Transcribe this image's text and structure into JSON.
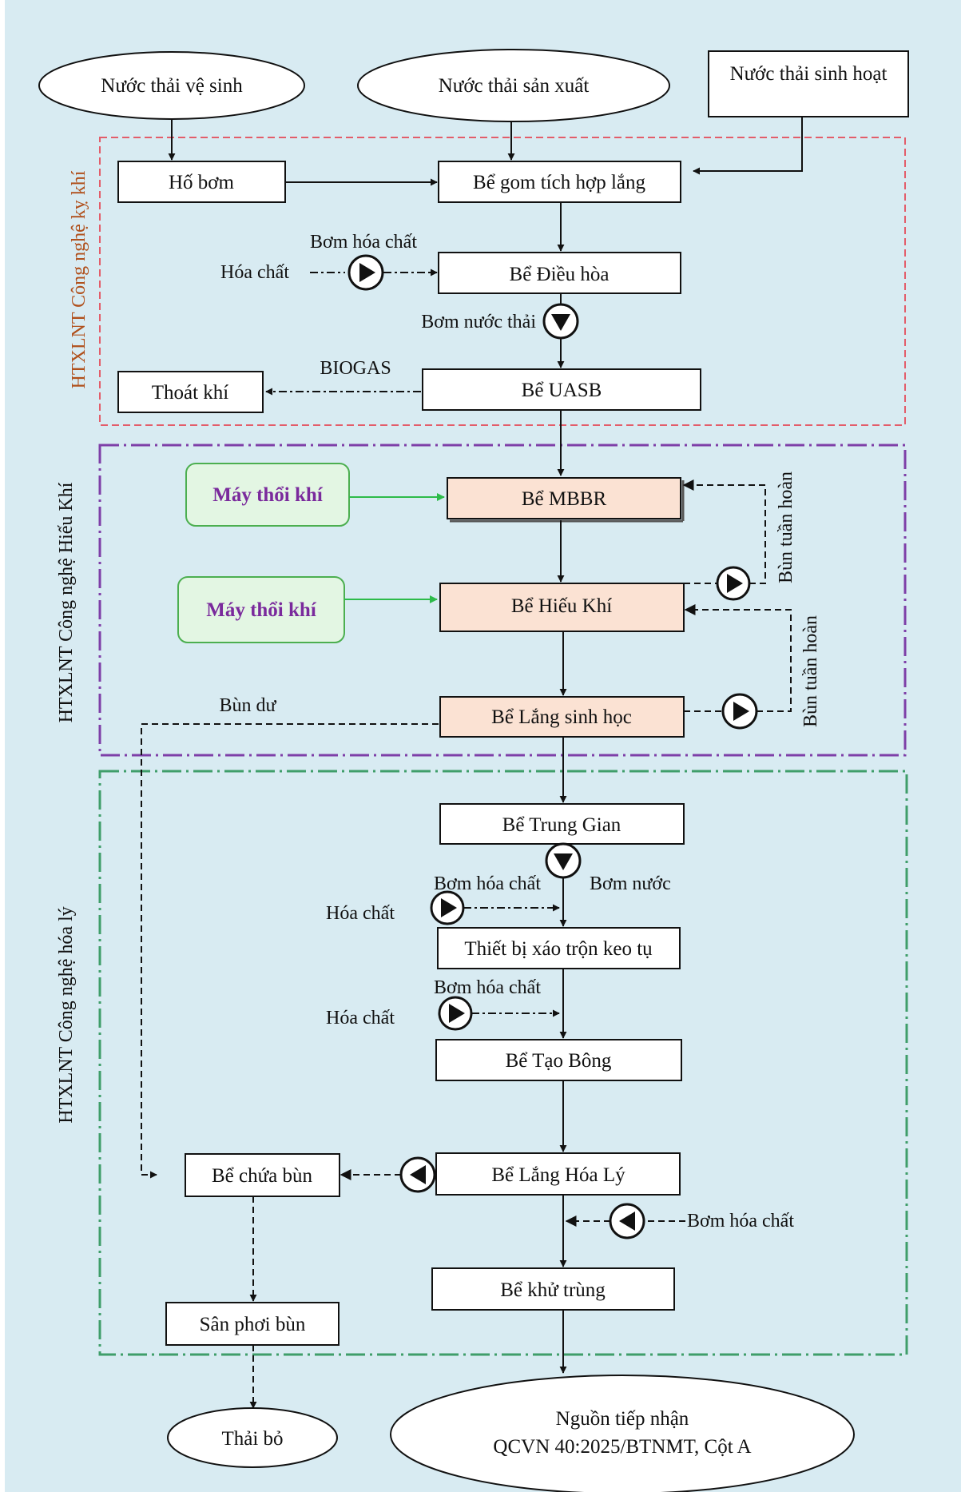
{
  "colors": {
    "background": "#d8ebf2",
    "box_fill": "#ffffff",
    "bio_box_fill": "#fbe2d3",
    "blower_fill": "#e3f6e3",
    "blower_border": "#4caf50",
    "blower_text": "#7a2a9c",
    "section_anaerobic_border": "#e35d6a",
    "section_aerobic_border": "#7e3fa8",
    "section_physchem_border": "#3f9e6a",
    "green_arrow": "#2dbb4a",
    "line": "#111111"
  },
  "sources": {
    "sanitary": "Nước thải vệ sinh",
    "production": "Nước thải sản xuất",
    "domestic": "Nước thải sinh hoạt"
  },
  "sections": {
    "anaerobic": "HTXLNT Công nghệ kỵ khí",
    "aerobic": "HTXLNT Công nghệ Hiếu Khí",
    "physchem": "HTXLNT Công nghệ hóa lý"
  },
  "tanks": {
    "pump_pit": "Hố bơm",
    "collection": "Bể gom tích hợp lắng",
    "equalization": "Bể Điều hòa",
    "uasb": "Bể UASB",
    "gas_vent": "Thoát khí",
    "mbbr": "Bể MBBR",
    "aerobic": "Bể Hiếu Khí",
    "bio_settling": "Bể Lắng sinh học",
    "intermediate": "Bể Trung Gian",
    "mixer": "Thiết bị xáo trộn keo tụ",
    "flocculation": "Bể Tạo Bông",
    "chem_settling": "Bể Lắng Hóa Lý",
    "disinfection": "Bể khử trùng",
    "sludge_tank": "Bể chứa bùn",
    "drying_bed": "Sân phơi bùn"
  },
  "blowers": {
    "blower_1": "Máy thổi khí",
    "blower_2": "Máy thổi khí"
  },
  "labels": {
    "chem_pump_1": "Bơm hóa chất",
    "chemical_1": "Hóa chất",
    "wastewater_pump": "Bơm nước thải",
    "biogas": "BIOGAS",
    "recirc_1": "Bùn tuần hoàn",
    "recirc_2": "Bùn tuần hoàn",
    "excess_sludge": "Bùn dư",
    "chem_pump_2": "Bơm hóa chất",
    "water_pump": "Bơm nước",
    "chemical_2": "Hóa chất",
    "chem_pump_3": "Bơm hóa chất",
    "chemical_3": "Hóa chất",
    "chem_pump_4": "Bơm hóa chất"
  },
  "outputs": {
    "discard": "Thải bỏ",
    "receiver_line1": "Nguồn tiếp nhận",
    "receiver_line2": "QCVN 40:2025/BTNMT, Cột A"
  }
}
